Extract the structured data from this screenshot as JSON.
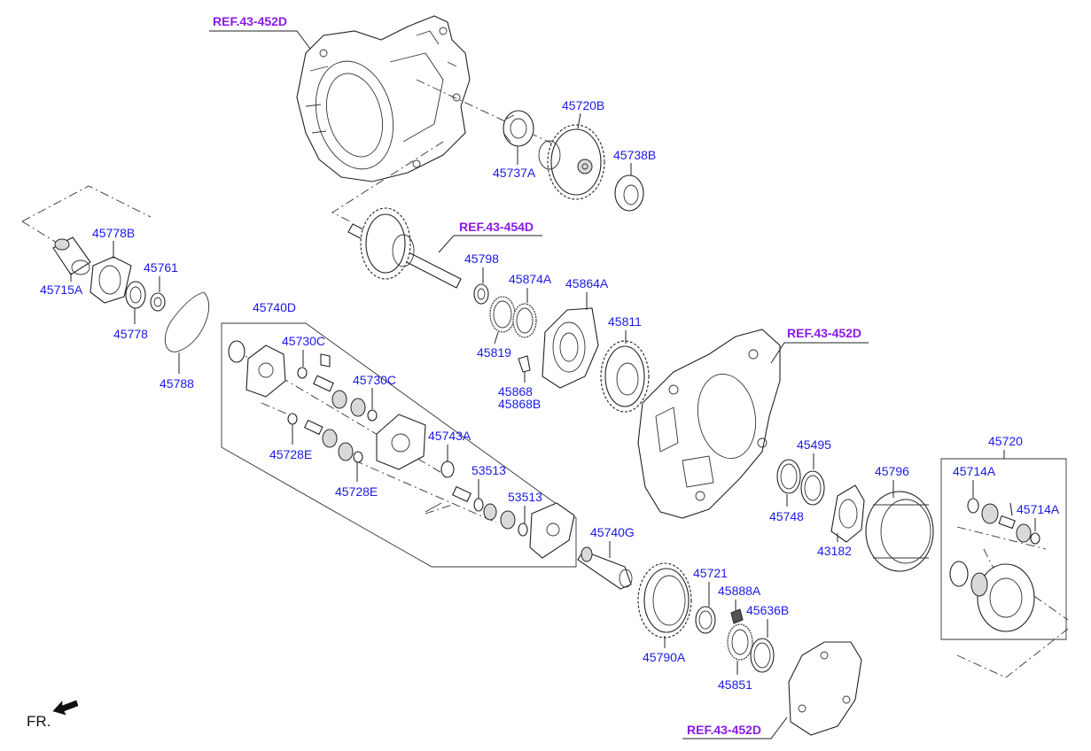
{
  "parts": {
    "p45720B": "45720B",
    "p45737A": "45737A",
    "p45738B": "45738B",
    "p45778B": "45778B",
    "p45715A": "45715A",
    "p45761": "45761",
    "p45778": "45778",
    "p45788": "45788",
    "p45740D": "45740D",
    "p45730C_a": "45730C",
    "p45730C_b": "45730C",
    "p45728E_a": "45728E",
    "p45728E_b": "45728E",
    "p45743A": "45743A",
    "p53513_a": "53513",
    "p53513_b": "53513",
    "p45798": "45798",
    "p45874A": "45874A",
    "p45864A": "45864A",
    "p45819": "45819",
    "p45811": "45811",
    "p45868": "45868",
    "p45868B": "45868B",
    "p45495": "45495",
    "p45748": "45748",
    "p45796": "45796",
    "p43182": "43182",
    "p45720": "45720",
    "p45714A_a": "45714A",
    "p45714A_b": "45714A",
    "p45740G": "45740G",
    "p45721": "45721",
    "p45888A": "45888A",
    "p45636B": "45636B",
    "p45790A": "45790A",
    "p45851": "45851"
  },
  "refs": {
    "ref_top": "REF.43-452D",
    "ref_shaft": "REF.43-454D",
    "ref_right": "REF.43-452D",
    "ref_bottom": "REF.43-452D"
  },
  "orientation": {
    "label": "FR.",
    "icon": "front-direction-arrow-icon"
  },
  "colors": {
    "part_label": "#1a1ae6",
    "ref_label": "#8a1ae6"
  }
}
